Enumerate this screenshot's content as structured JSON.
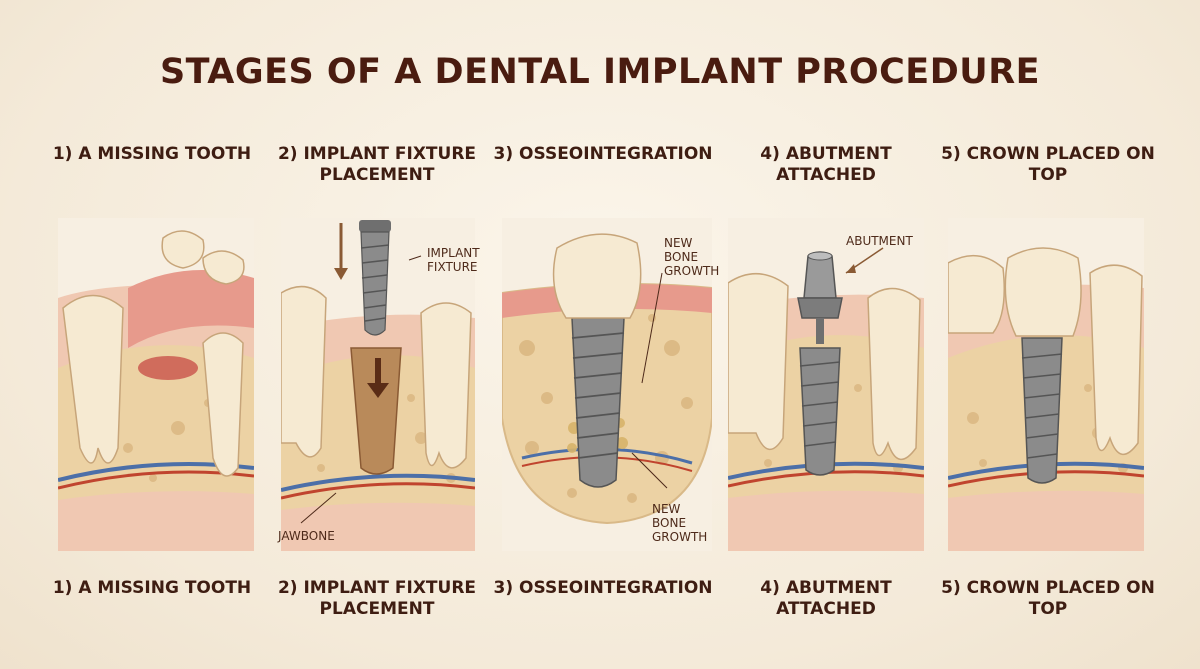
{
  "title": "STAGES OF A DENTAL IMPLANT PROCEDURE",
  "stages": [
    {
      "top_label": "1) A MISSING TOOTH",
      "bottom_label": "1) A MISSING TOOTH"
    },
    {
      "top_label": "2) IMPLANT FIXTURE PLACEMENT",
      "bottom_label": "2) IMPLANT FIXTURE PLACEMENT"
    },
    {
      "top_label": "3) OSSEOINTEGRATION",
      "bottom_label": "3) OSSEOINTEGRATION"
    },
    {
      "top_label": "4) ABUTMENT ATTACHED",
      "bottom_label": "4) ABUTMENT ATTACHED"
    },
    {
      "top_label": "5) CROWN PLACED ON TOP",
      "bottom_label": "5) CROWN PLACED ON TOP"
    }
  ],
  "annotations": {
    "implant_fixture": "IMPLANT FIXTURE",
    "jawbone": "JAWBONE",
    "new_bone_growth_top": "NEW BONE GROWTH",
    "new_bone_growth_bottom": "NEW BONE GROWTH",
    "abutment": "ABUTMENT"
  },
  "colors": {
    "title": "#4a1c10",
    "gum": "#e79a8c",
    "bone": "#ecd2a4",
    "tooth": "#f6ead2",
    "implant": "#8b8b8b",
    "nerve_blue": "#4c6fa8",
    "vessel_red": "#c0442e"
  }
}
